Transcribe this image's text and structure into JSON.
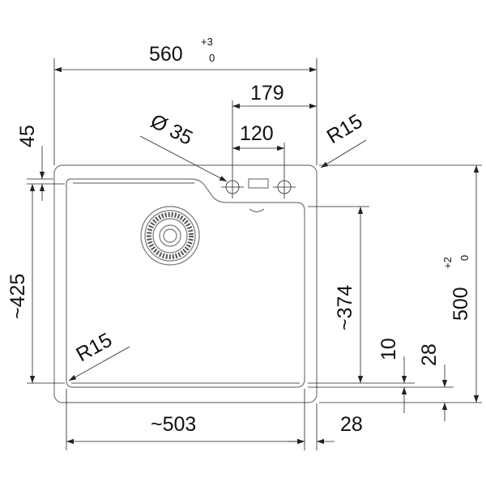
{
  "drawing": {
    "width": {
      "value": "560",
      "tol_upper": "+3",
      "tol_lower": "0"
    },
    "tap_offset": "179",
    "hole_spacing": "120",
    "hole_diameter": "Ø 35",
    "corner_radius_outer": "R15",
    "rim_top": "45",
    "bowl_depth_left": "~425",
    "bowl_depth_right": "~374",
    "height": {
      "value": "500",
      "tol_upper": "+2",
      "tol_lower": "0"
    },
    "rim_10": "10",
    "rim_28_vertical": "28",
    "corner_radius_inner": "R15",
    "bowl_width": "~503",
    "rim_28_horizontal": "28"
  }
}
